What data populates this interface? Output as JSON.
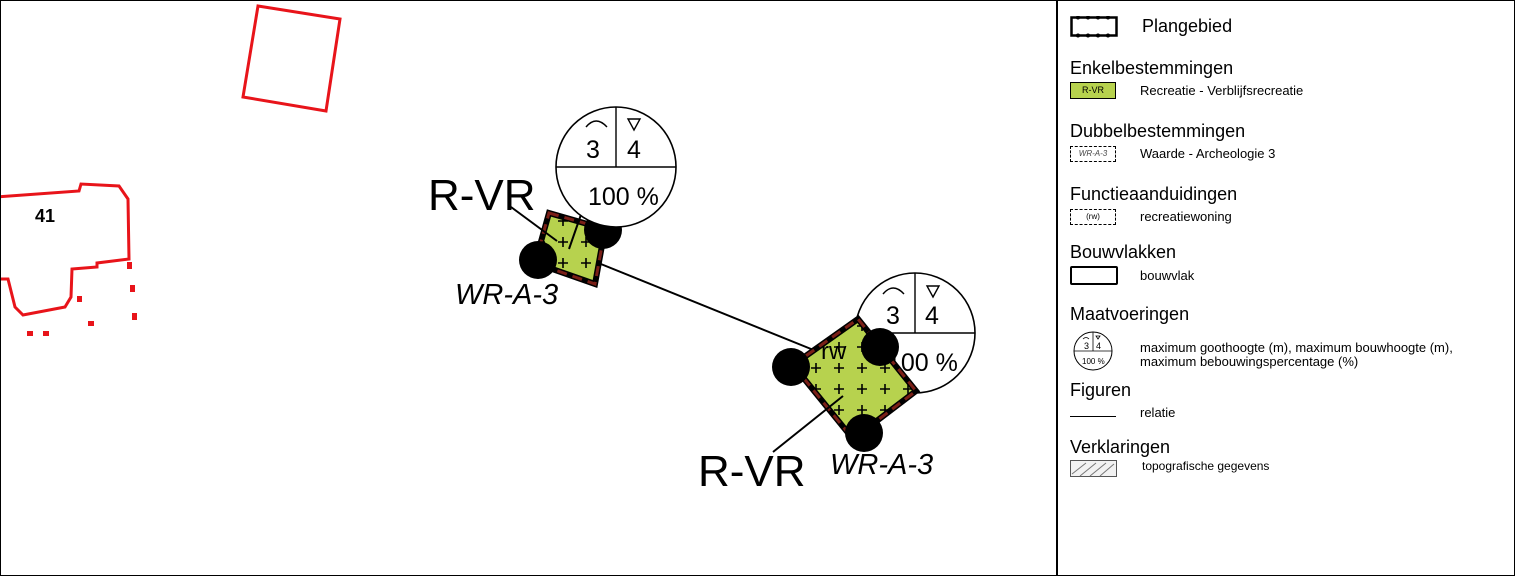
{
  "map": {
    "house_number": "41",
    "plots": [
      {
        "zone_label": "R-VR",
        "archeology_label": "WR-A-3",
        "max_gutter_height": "3",
        "max_building_height": "4",
        "max_coverage": "100 %"
      },
      {
        "zone_label": "R-VR",
        "archeology_label": "WR-A-3",
        "max_gutter_height": "3",
        "max_building_height": "4",
        "max_coverage": "100 %",
        "function_label": "rw"
      }
    ]
  },
  "legend": {
    "plangebied": "Plangebied",
    "enkel_heading": "Enkelbestemmingen",
    "enkel_code": "R-VR",
    "enkel_text": "Recreatie - Verblijfsrecreatie",
    "dubbel_heading": "Dubbelbestemmingen",
    "dubbel_code": "WR-A-3",
    "dubbel_text": "Waarde - Archeologie 3",
    "functie_heading": "Functieaanduidingen",
    "functie_code": "(rw)",
    "functie_text": "recreatiewoning",
    "bouwvlak_heading": "Bouwvlakken",
    "bouwvlak_text": "bouwvlak",
    "maat_heading": "Maatvoeringen",
    "maat_sym_gutter": "3",
    "maat_sym_height": "4",
    "maat_sym_pct": "100 %",
    "maat_line1": "maximum goothoogte (m), maximum bouwhoogte (m),",
    "maat_line2": "maximum bebouwingspercentage (%)",
    "figuren_heading": "Figuren",
    "figuren_text": "relatie",
    "verkl_heading": "Verklaringen",
    "verkl_text": "topografische gegevens"
  },
  "colors": {
    "topography_red": "#e8141a",
    "recreation_green": "#b7d24e",
    "building_plane_brown": "#7a1f17",
    "outline": "#000000"
  }
}
